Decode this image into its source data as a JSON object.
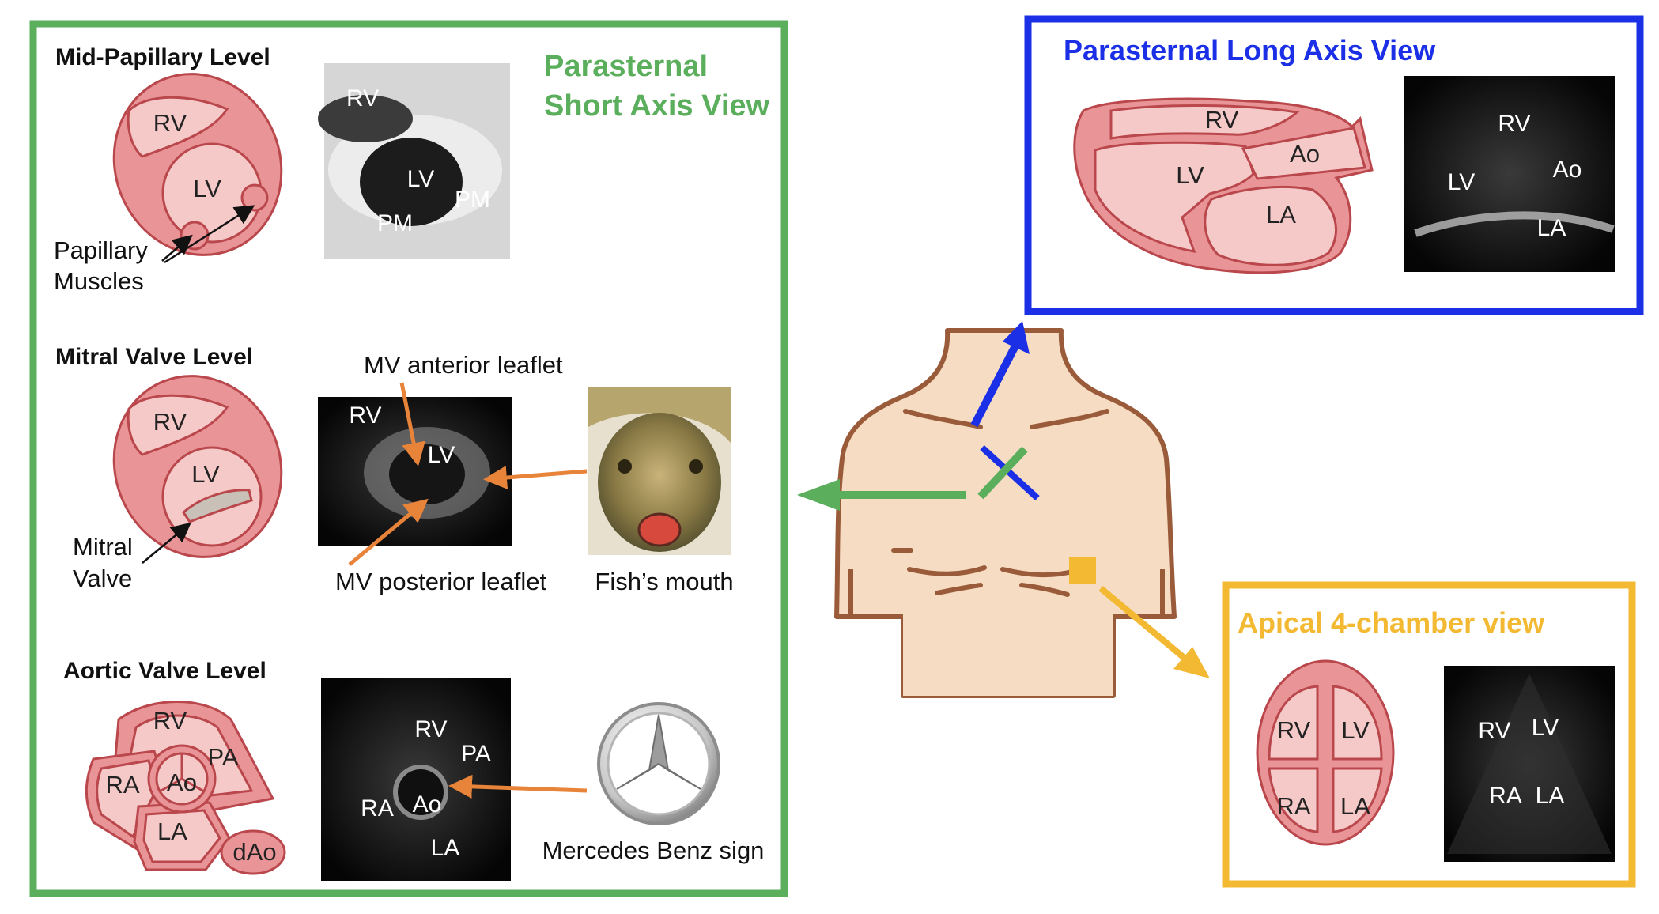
{
  "short_axis": {
    "title_line1": "Parasternal",
    "title_line2": "Short Axis View",
    "color": "#5aae5c",
    "mid_papillary": {
      "header": "Mid-Papillary Level",
      "rv": "RV",
      "lv": "LV",
      "callout_line1": "Papillary",
      "callout_line2": "Muscles",
      "echo_rv": "RV",
      "echo_lv": "LV",
      "echo_pm1": "PM",
      "echo_pm2": "PM"
    },
    "mitral": {
      "header": "Mitral Valve Level",
      "rv": "RV",
      "lv": "LV",
      "callout_line1": "Mitral",
      "callout_line2": "Valve",
      "echo_rv": "RV",
      "echo_lv": "LV",
      "anterior_leaflet": "MV anterior leaflet",
      "posterior_leaflet": "MV posterior leaflet",
      "fish_caption": "Fish’s mouth"
    },
    "aortic": {
      "header": "Aortic Valve Level",
      "rv": "RV",
      "pa": "PA",
      "ra": "RA",
      "ao": "Ao",
      "la": "LA",
      "dao": "dAo",
      "echo_rv": "RV",
      "echo_pa": "PA",
      "echo_ra": "RA",
      "echo_ao": "Ao",
      "echo_la": "LA",
      "mercedes_caption": "Mercedes Benz sign"
    }
  },
  "long_axis": {
    "title": "Parasternal Long Axis View",
    "color": "#1a2fe6",
    "rv": "RV",
    "lv": "LV",
    "ao": "Ao",
    "la": "LA",
    "echo_rv": "RV",
    "echo_lv": "LV",
    "echo_ao": "Ao",
    "echo_la": "LA"
  },
  "apical": {
    "title": "Apical 4-chamber view",
    "color": "#f3b932",
    "rv": "RV",
    "lv": "LV",
    "ra": "RA",
    "la": "LA",
    "echo_rv": "RV",
    "echo_lv": "LV",
    "echo_ra": "RA",
    "echo_la": "LA"
  },
  "arrow_color_orange": "#e8833a",
  "skin_color": "#f6dcc2",
  "skin_outline": "#9a5b3a"
}
